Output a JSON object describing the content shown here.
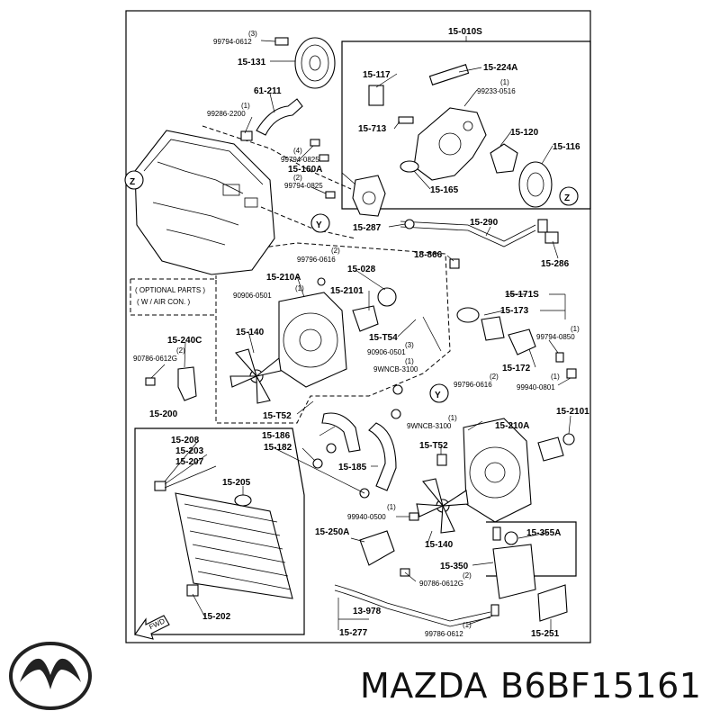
{
  "footer": {
    "brand": "MAZDA",
    "part_number": "B6BF15161"
  },
  "logo": {
    "icon": "mazda-logo-icon"
  },
  "frame_labels": {
    "kit": "15-010S",
    "radiator": "15-200",
    "optional_note_1": "( OPTIONAL PARTS )",
    "optional_note_2": "( W / AIR CON. )"
  },
  "callouts": [
    {
      "id": "c1",
      "q": "(3)",
      "text": "99794-0612"
    },
    {
      "id": "c2",
      "q": "",
      "text": "15-131"
    },
    {
      "id": "c3",
      "q": "",
      "text": "61-211"
    },
    {
      "id": "c4",
      "q": "(1)",
      "text": "99286-2200"
    },
    {
      "id": "c5",
      "q": "(4)",
      "text": "99794-0825"
    },
    {
      "id": "c6",
      "q": "",
      "text": "15-160A"
    },
    {
      "id": "c7",
      "q": "(2)",
      "text": "99794-0825"
    },
    {
      "id": "c8",
      "q": "",
      "text": "15-287"
    },
    {
      "id": "c9",
      "q": "",
      "text": "15-290"
    },
    {
      "id": "c10",
      "q": "",
      "text": "18-866"
    },
    {
      "id": "c11",
      "q": "",
      "text": "15-286"
    },
    {
      "id": "c12",
      "q": "",
      "text": "15-117"
    },
    {
      "id": "c13",
      "q": "",
      "text": "15-224A"
    },
    {
      "id": "c14",
      "q": "(1)",
      "text": "99233-0516"
    },
    {
      "id": "c15",
      "q": "",
      "text": "15-713"
    },
    {
      "id": "c16",
      "q": "",
      "text": "15-120"
    },
    {
      "id": "c17",
      "q": "",
      "text": "15-116"
    },
    {
      "id": "c18",
      "q": "",
      "text": "15-165"
    },
    {
      "id": "c19",
      "q": "(2)",
      "text": "99796-0616"
    },
    {
      "id": "c20",
      "q": "",
      "text": "15-028"
    },
    {
      "id": "c21",
      "q": "",
      "text": "15-210A"
    },
    {
      "id": "c22",
      "q": "(1)",
      "text": "90906-0501"
    },
    {
      "id": "c23",
      "q": "",
      "text": "15-2101"
    },
    {
      "id": "c24",
      "q": "",
      "text": "15-140"
    },
    {
      "id": "c25",
      "q": "",
      "text": "15-T54"
    },
    {
      "id": "c26",
      "q": "(3)",
      "text": "90906-0501"
    },
    {
      "id": "c27",
      "q": "(1)",
      "text": "9WNCB-3100"
    },
    {
      "id": "c28",
      "q": "",
      "text": "15-T52"
    },
    {
      "id": "c29",
      "q": "",
      "text": "15-171S"
    },
    {
      "id": "c30",
      "q": "",
      "text": "15-173"
    },
    {
      "id": "c31",
      "q": "(1)",
      "text": "99794-0850"
    },
    {
      "id": "c32",
      "q": "",
      "text": "15-172"
    },
    {
      "id": "c33",
      "q": "(1)",
      "text": "99940-0801"
    },
    {
      "id": "c34",
      "q": "",
      "text": "15-240C"
    },
    {
      "id": "c35",
      "q": "(2)",
      "text": "90786-0612G"
    },
    {
      "id": "c36",
      "q": "(2)",
      "text": "99796-0616"
    },
    {
      "id": "c37",
      "q": "(1)",
      "text": "9WNCB-3100"
    },
    {
      "id": "c38",
      "q": "",
      "text": "15-210A"
    },
    {
      "id": "c39",
      "q": "",
      "text": "15-2101"
    },
    {
      "id": "c40",
      "q": "",
      "text": "15-186"
    },
    {
      "id": "c41",
      "q": "",
      "text": "15-182"
    },
    {
      "id": "c42",
      "q": "",
      "text": "15-T52"
    },
    {
      "id": "c43",
      "q": "",
      "text": "15-185"
    },
    {
      "id": "c44",
      "q": "",
      "text": "15-208"
    },
    {
      "id": "c45",
      "q": "",
      "text": "15-203"
    },
    {
      "id": "c46",
      "q": "",
      "text": "15-207"
    },
    {
      "id": "c47",
      "q": "",
      "text": "15-205"
    },
    {
      "id": "c48",
      "q": "(1)",
      "text": "99940-0500"
    },
    {
      "id": "c49",
      "q": "",
      "text": "15-140"
    },
    {
      "id": "c50",
      "q": "",
      "text": "15-250A"
    },
    {
      "id": "c51",
      "q": "",
      "text": "15-355A"
    },
    {
      "id": "c52",
      "q": "",
      "text": "15-350"
    },
    {
      "id": "c53",
      "q": "(2)",
      "text": "90786-0612G"
    },
    {
      "id": "c54",
      "q": "",
      "text": "15-202"
    },
    {
      "id": "c55",
      "q": "",
      "text": "13-978"
    },
    {
      "id": "c56",
      "q": "",
      "text": "15-277"
    },
    {
      "id": "c57",
      "q": "(1)",
      "text": "99786-0612"
    },
    {
      "id": "c58",
      "q": "",
      "text": "15-251"
    }
  ],
  "markers": [
    {
      "id": "m1",
      "text": "Z"
    },
    {
      "id": "m2",
      "text": "Y"
    },
    {
      "id": "m3",
      "text": "Z"
    },
    {
      "id": "m4",
      "text": "Y"
    }
  ],
  "arrow": {
    "text": "FWD"
  }
}
